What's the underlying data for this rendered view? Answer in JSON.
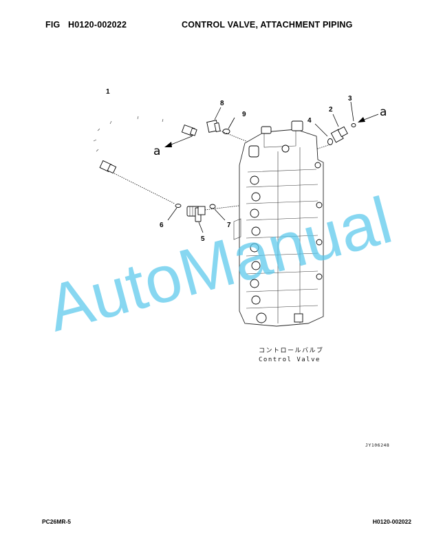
{
  "header": {
    "fig_label": "FIG",
    "fig_number": "H0120-002022",
    "title": "CONTROL VALVE, ATTACHMENT PIPING"
  },
  "callouts": [
    "1",
    "2",
    "3",
    "4",
    "5",
    "6",
    "7",
    "8",
    "9"
  ],
  "flow_marks": [
    "a",
    "a"
  ],
  "caption": {
    "japanese": "コントロールバルブ",
    "english": "Control Valve"
  },
  "drawing_ref": "JY106248",
  "watermark": "AutoManual",
  "footer": {
    "model": "PC26MR-5",
    "fig_number": "H0120-002022"
  }
}
